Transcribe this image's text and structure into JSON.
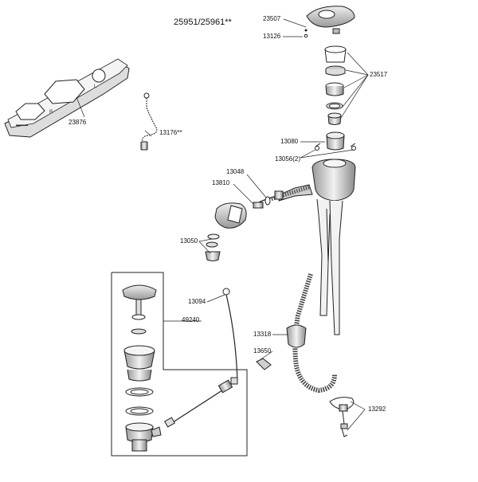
{
  "title": "25951/25961**",
  "part_numbers": {
    "p23507": "23507",
    "p13126": "13126",
    "p23517": "23517",
    "p13080": "13080",
    "p13056": "13056(2)",
    "p13048": "13048",
    "p13810": "13810",
    "p13050": "13050",
    "p13094": "13094",
    "p49240": "49240",
    "p13318": "13318",
    "p13650": "13650",
    "p13292": "13292",
    "p23876": "23876",
    "p13176": "13176**"
  },
  "colors": {
    "line": "#222222",
    "fill_light": "#e6e6e6",
    "fill_mid": "#c9c9c9",
    "fill_dark": "#8a8a8a"
  }
}
